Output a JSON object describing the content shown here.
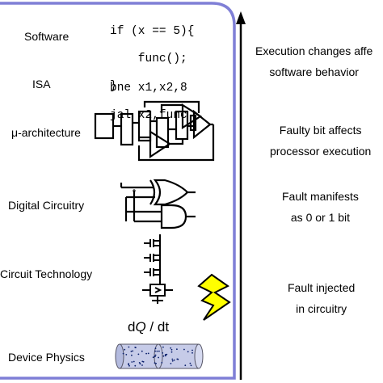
{
  "layers": {
    "software": "Software",
    "isa": "ISA",
    "uarch": "μ-architecture",
    "digital": "Digital Circuitry",
    "circuit_tech": "Circuit Technology",
    "device": "Device Physics"
  },
  "code": {
    "software": [
      "if (x == 5){",
      "    func();",
      "}"
    ],
    "isa": [
      "bne x1,x2,8",
      "jal x2,func"
    ]
  },
  "physics": {
    "d": "d",
    "q": "Q",
    "sep": " / ",
    "t": "dt"
  },
  "effects": {
    "software_1": "Execution changes affe",
    "software_2": "software behavior",
    "uarch_1": "Faulty bit affects",
    "uarch_2": "processor execution",
    "digital_1": "Fault manifests",
    "digital_2": "as 0 or 1 bit",
    "circuit_1": "Fault injected",
    "circuit_2": "in circuitry"
  },
  "colors": {
    "frame": "#7f7fd6",
    "lightning": "#ffff00",
    "cylinder": "#c6cbe8",
    "particles": "#0a1f6b"
  }
}
